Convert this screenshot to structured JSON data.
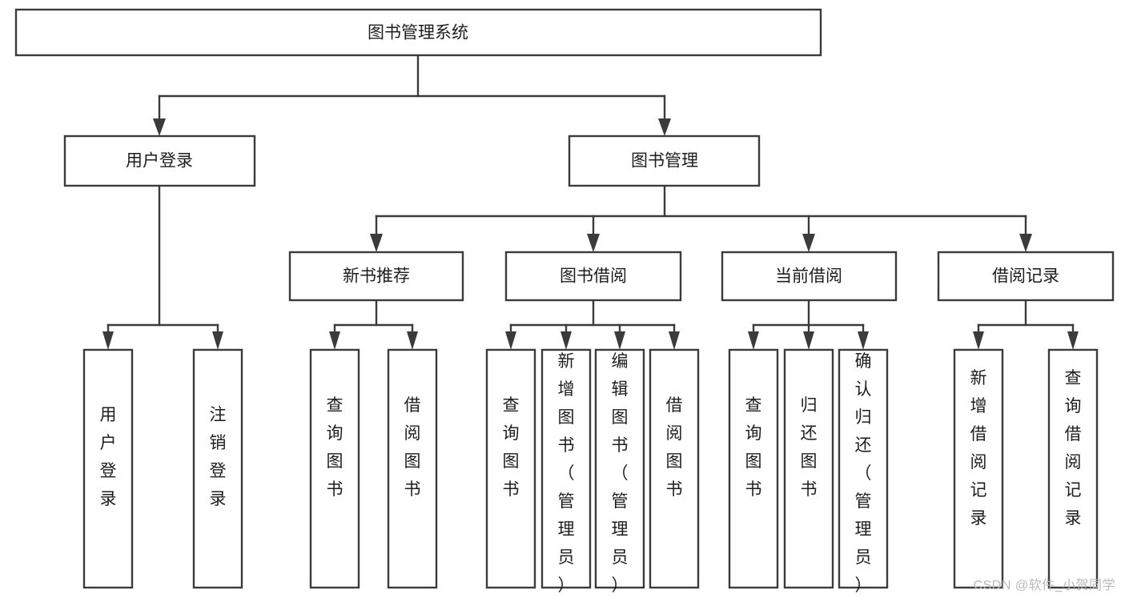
{
  "diagram": {
    "type": "tree-hierarchy-chart",
    "title": "图书管理系统",
    "orientation": "top-down",
    "colors": {
      "box_stroke": "#3b3b3b",
      "box_fill": "#ffffff",
      "line": "#3b3b3b",
      "text": "#1d1d1d",
      "background": "#ffffff",
      "watermark": "#b9b9b9"
    },
    "levels": {
      "root": {
        "label": "图书管理系统"
      },
      "level2": [
        {
          "label": "用户登录"
        },
        {
          "label": "图书管理"
        }
      ],
      "level3": [
        {
          "label": "新书推荐"
        },
        {
          "label": "图书借阅"
        },
        {
          "label": "当前借阅"
        },
        {
          "label": "借阅记录"
        }
      ]
    },
    "leaves": {
      "user_login": [
        {
          "label": "用户登录"
        },
        {
          "label": "注销登录"
        }
      ],
      "new_book_recommend": [
        {
          "label": "查询图书"
        },
        {
          "label": "借阅图书"
        }
      ],
      "book_borrow": [
        {
          "label": "查询图书"
        },
        {
          "label": "新增图书（管理员）"
        },
        {
          "label": "编辑图书（管理员）"
        },
        {
          "label": "借阅图书"
        }
      ],
      "current_borrow": [
        {
          "label": "查询图书"
        },
        {
          "label": "归还图书"
        },
        {
          "label": "确认归还（管理员）"
        }
      ],
      "borrow_record": [
        {
          "label": "新增借阅记录"
        },
        {
          "label": "查询借阅记录"
        }
      ]
    }
  },
  "watermark": {
    "text": "CSDN @软件_小贺同学"
  }
}
